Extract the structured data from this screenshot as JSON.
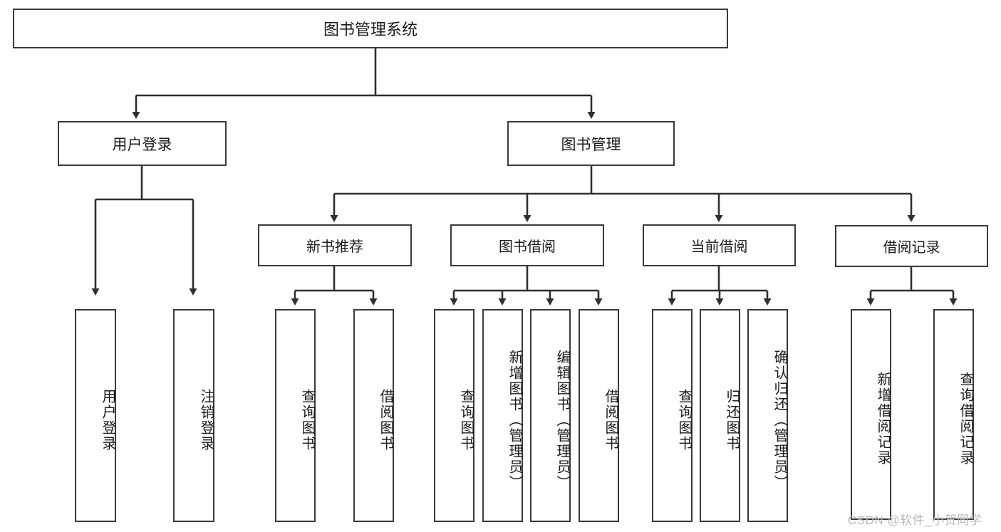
{
  "diagram": {
    "type": "tree",
    "title": "图书管理系统",
    "root": {
      "id": "root",
      "label": "图书管理系统"
    },
    "level1": [
      {
        "id": "user-login",
        "label": "用户登录"
      },
      {
        "id": "book-management",
        "label": "图书管理"
      }
    ],
    "level2": [
      {
        "id": "new-book-recommend",
        "label": "新书推荐",
        "parent": "book-management"
      },
      {
        "id": "book-borrow",
        "label": "图书借阅",
        "parent": "book-management"
      },
      {
        "id": "current-borrow",
        "label": "当前借阅",
        "parent": "book-management"
      },
      {
        "id": "borrow-record",
        "label": "借阅记录",
        "parent": "book-management"
      }
    ],
    "leaves": {
      "user-login": [
        {
          "id": "leaf-user-login",
          "label": "用户登录"
        },
        {
          "id": "leaf-logout",
          "label": "注销登录"
        }
      ],
      "new-book-recommend": [
        {
          "id": "leaf-query-book-1",
          "label": "查询图书"
        },
        {
          "id": "leaf-borrow-book-1",
          "label": "借阅图书"
        }
      ],
      "book-borrow": [
        {
          "id": "leaf-query-book-2",
          "label": "查询图书"
        },
        {
          "id": "leaf-add-book",
          "label": "新增图书（管理员）"
        },
        {
          "id": "leaf-edit-book",
          "label": "编辑图书（管理员）"
        },
        {
          "id": "leaf-borrow-book-2",
          "label": "借阅图书"
        }
      ],
      "current-borrow": [
        {
          "id": "leaf-query-book-3",
          "label": "查询图书"
        },
        {
          "id": "leaf-return-book",
          "label": "归还图书"
        },
        {
          "id": "leaf-confirm-return",
          "label": "确认归还（管理员）"
        }
      ],
      "borrow-record": [
        {
          "id": "leaf-add-record",
          "label": "新增借阅记录"
        },
        {
          "id": "leaf-query-record",
          "label": "查询借阅记录"
        }
      ]
    },
    "colors": {
      "stroke": "#3a3a3a",
      "text": "#1b1b1b",
      "background": "#ffffff",
      "watermark": "#b9b9b9"
    }
  },
  "watermark": {
    "text": "CSDN @软件_小贺同学"
  }
}
